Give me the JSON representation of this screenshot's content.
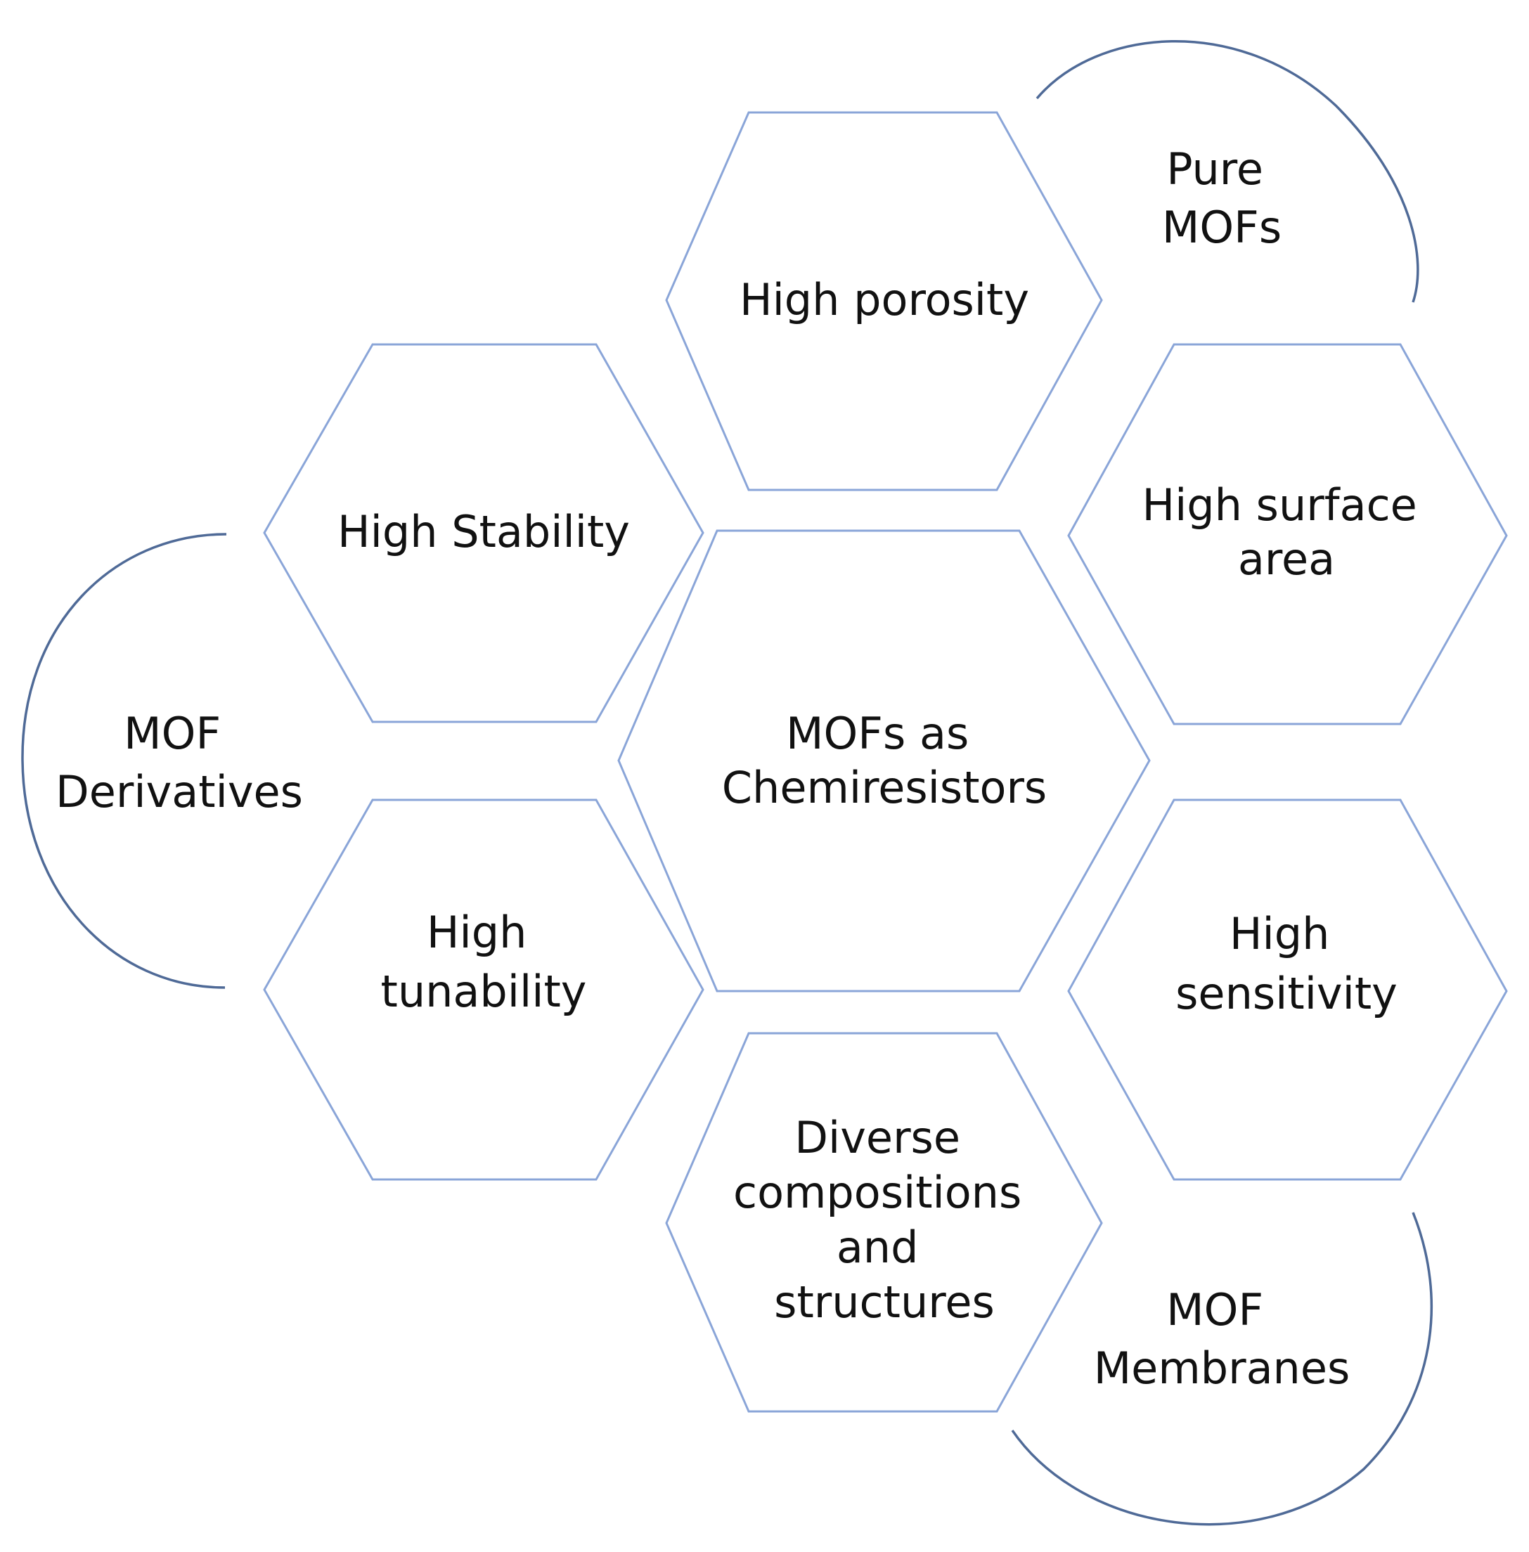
{
  "colors": {
    "hexagon_stroke": "#8aa5d8",
    "arc_stroke": "#4f6a97",
    "text": "#111111",
    "background": "#ffffff"
  },
  "center": {
    "lines": [
      "MOFs as",
      "Chemiresistors"
    ]
  },
  "properties": [
    {
      "id": "porosity",
      "lines": [
        "High porosity"
      ]
    },
    {
      "id": "stability",
      "lines": [
        "High Stability"
      ]
    },
    {
      "id": "surface_area",
      "lines": [
        "High surface",
        "area"
      ]
    },
    {
      "id": "tunability",
      "lines": [
        "High",
        "tunability"
      ]
    },
    {
      "id": "sensitivity",
      "lines": [
        "High",
        "sensitivity"
      ]
    },
    {
      "id": "compositions",
      "lines": [
        "Diverse",
        "compositions",
        "and",
        "structures"
      ]
    }
  ],
  "categories": [
    {
      "id": "pure_mofs",
      "lines": [
        "Pure",
        "MOFs"
      ]
    },
    {
      "id": "mof_derivatives",
      "lines": [
        "MOF",
        "Derivatives"
      ]
    },
    {
      "id": "mof_membranes",
      "lines": [
        "MOF",
        "Membranes"
      ]
    }
  ]
}
